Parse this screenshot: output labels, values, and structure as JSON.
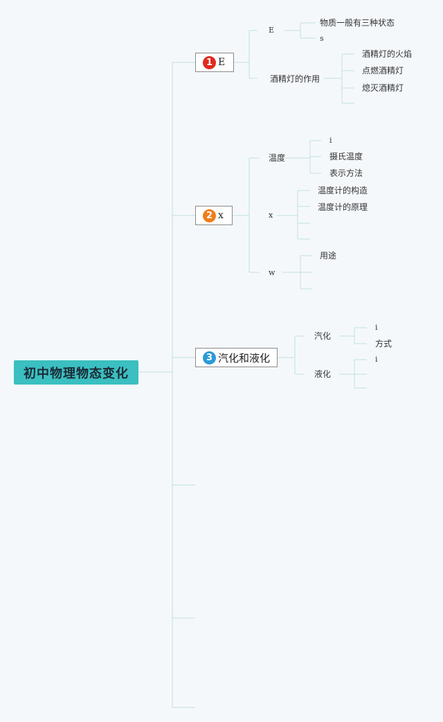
{
  "root": {
    "label": "初中物理物态变化",
    "color": "#3bbfc0"
  },
  "branches": [
    {
      "badge": "1",
      "badge_color": "#e02a1f",
      "label": "E",
      "children": [
        {
          "label": "E",
          "children": [
            "物质一般有三种状态",
            "s"
          ]
        },
        {
          "label": "酒精灯的作用",
          "children": [
            "酒精灯的火焰",
            "点燃酒精灯",
            "熄灭酒精灯",
            ""
          ]
        }
      ]
    },
    {
      "badge": "2",
      "badge_color": "#f07d1a",
      "label": "x",
      "children": [
        {
          "label": "温度",
          "children": [
            "i",
            "摄氏温度",
            "表示方法"
          ]
        },
        {
          "label": "x",
          "children": [
            "温度计的构造",
            "温度计的原理",
            "",
            ""
          ]
        },
        {
          "label": "w",
          "children": [
            "用途",
            "",
            ""
          ]
        }
      ]
    },
    {
      "badge": "3",
      "badge_color": "#2c9ad8",
      "label": "汽化和液化",
      "children": [
        {
          "label": "汽化",
          "children": [
            "i",
            "方式"
          ]
        },
        {
          "label": "液化",
          "children": [
            "i",
            "",
            ""
          ]
        }
      ]
    }
  ]
}
